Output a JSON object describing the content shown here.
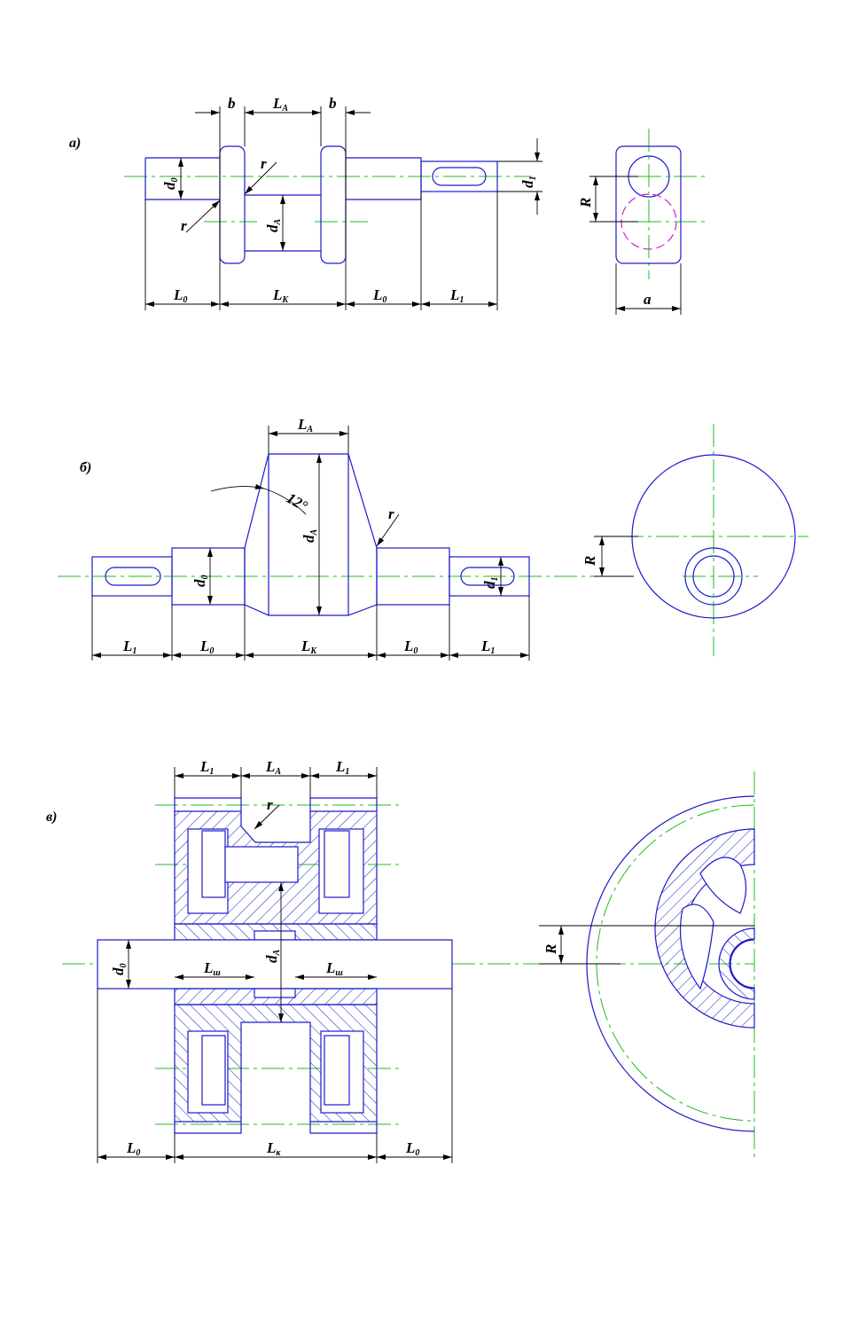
{
  "figures": {
    "a": {
      "tag": "а)",
      "labels": {
        "b_left": "b",
        "la": "L",
        "la_sub": "A",
        "b_right": "b",
        "d0": "d",
        "d0_sub": "0",
        "r_top": "r",
        "r_bottom": "r",
        "da": "d",
        "da_sub": "A",
        "d1": "d",
        "d1_sub": "1",
        "l0_left": "L",
        "l0_left_sub": "0",
        "lk": "L",
        "lk_sub": "K",
        "l0_right": "L",
        "l0_right_sub": "0",
        "l1": "L",
        "l1_sub": "1",
        "R": "R",
        "a": "a"
      }
    },
    "b": {
      "tag": "б)",
      "labels": {
        "la": "L",
        "la_sub": "A",
        "angle": "12°",
        "r": "r",
        "d0": "d",
        "d0_sub": "0",
        "da": "d",
        "da_sub": "A",
        "d1": "d",
        "d1_sub": "1",
        "l1_left": "L",
        "l1_left_sub": "1",
        "l0_left": "L",
        "l0_left_sub": "0",
        "lk": "L",
        "lk_sub": "K",
        "l0_right": "L",
        "l0_right_sub": "0",
        "l1_right": "L",
        "l1_right_sub": "1",
        "R": "R"
      }
    },
    "c": {
      "tag": "в)",
      "labels": {
        "l1_left": "L",
        "l1_left_sub": "1",
        "la": "L",
        "la_sub": "A",
        "l1_right": "L",
        "l1_right_sub": "1",
        "r": "r",
        "d0": "d",
        "d0_sub": "0",
        "da": "d",
        "da_sub": "A",
        "lm_left": "L",
        "lm_left_sub": "ш",
        "lm_right": "L",
        "lm_right_sub": "ш",
        "l0_left": "L",
        "l0_left_sub": "0",
        "lk": "L",
        "lk_sub": "к",
        "l0_right": "L",
        "l0_right_sub": "0",
        "R": "R"
      }
    }
  },
  "colors": {
    "object": "#1a1acc",
    "centerline": "#22bb22",
    "dimension": "#000000",
    "hidden": "#cc22cc"
  }
}
